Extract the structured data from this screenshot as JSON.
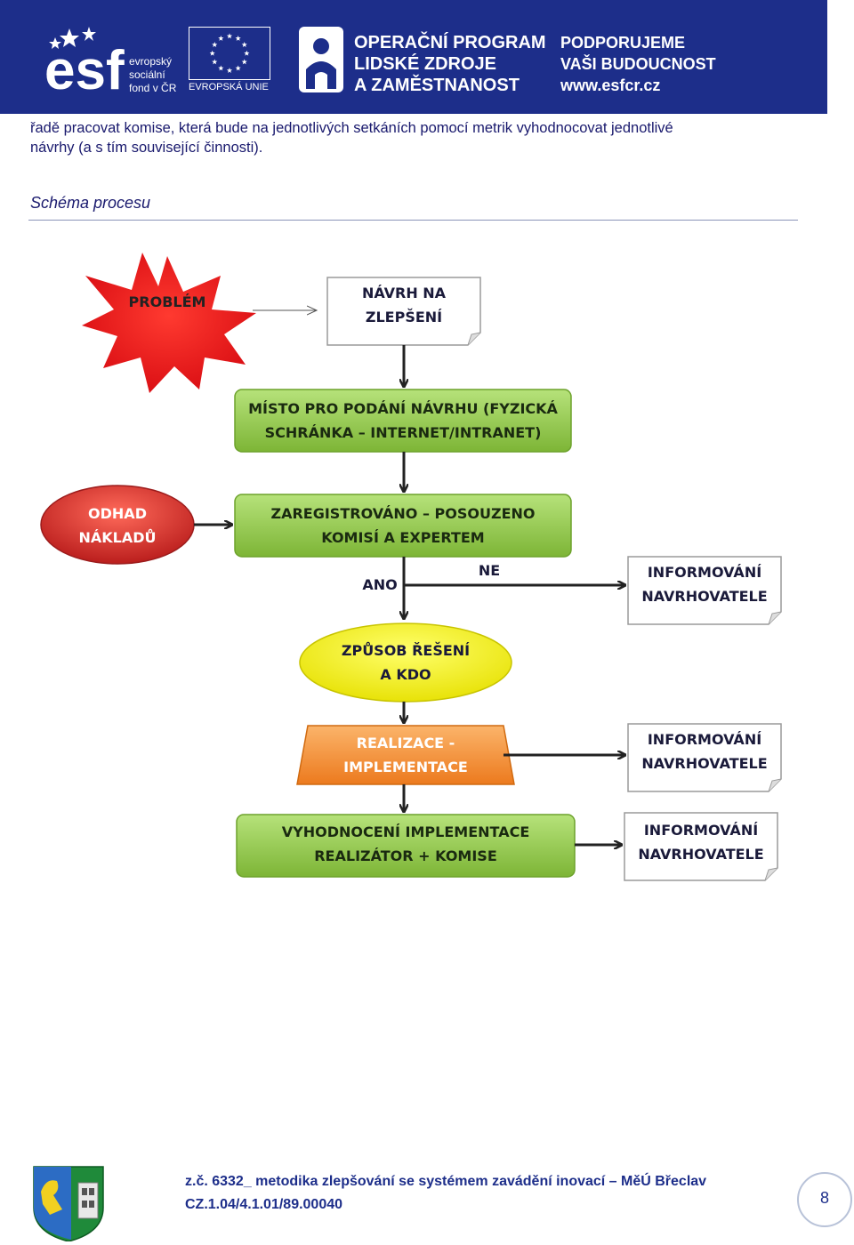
{
  "header": {
    "esf_lines": [
      "evropský",
      "sociální",
      "fond v ČR"
    ],
    "eu_caption": "EVROPSKÁ UNIE",
    "op_lines": [
      "OPERAČNÍ PROGRAM",
      "LIDSKÉ ZDROJE",
      "A ZAMĚSTNANOST"
    ],
    "support_lines": [
      "PODPORUJEME",
      "VAŠI BUDOUCNOST",
      "www.esfcr.cz"
    ]
  },
  "body": {
    "paragraph_lines": [
      "řadě pracovat komise, která bude na jednotlivých setkáních pomocí metrik vyhodnocovat jednotlivé",
      "návrhy (a s tím související činnosti)."
    ],
    "section_title": "Schéma procesu"
  },
  "diagram": {
    "problem": "PROBLÉM",
    "proposal": [
      "NÁVRH NA",
      "ZLEPŠENÍ"
    ],
    "submission": [
      "MÍSTO PRO PODÁNÍ NÁVRHU (FYZICKÁ",
      "SCHRÁNKA – INTERNET/INTRANET)"
    ],
    "cost": [
      "ODHAD",
      "NÁKLADŮ"
    ],
    "registered": [
      "ZAREGISTROVÁNO – POSOUZENO",
      "KOMISÍ A EXPERTEM"
    ],
    "no": "NE",
    "yes": "ANO",
    "inform_1": [
      "INFORMOVÁNÍ",
      "NAVRHOVATELE"
    ],
    "solution": [
      "ZPŮSOB ŘEŠENÍ",
      "A KDO"
    ],
    "realization": [
      "REALIZACE -",
      "IMPLEMENTACE"
    ],
    "inform_2": [
      "INFORMOVÁNÍ",
      "NAVRHOVATELE"
    ],
    "evaluation": [
      "VYHODNOCENÍ IMPLEMENTACE",
      "REALIZÁTOR + KOMISE"
    ],
    "inform_3": [
      "INFORMOVÁNÍ",
      "NAVRHOVATELE"
    ]
  },
  "footer": {
    "line1": "z.č. 6332_ metodika zlepšování se systémem zavádění inovací – MěÚ Břeclav",
    "line2": "CZ.1.04/4.1.01/89.00040",
    "page_number": "8"
  },
  "colors": {
    "banner": "#1d2e8a",
    "green_box": "#8cc43c",
    "red_star": "#e8141c",
    "red_ellipse": "#c42a2a",
    "yellow_ellipse": "#f4f000",
    "orange_box": "#f4902c"
  }
}
